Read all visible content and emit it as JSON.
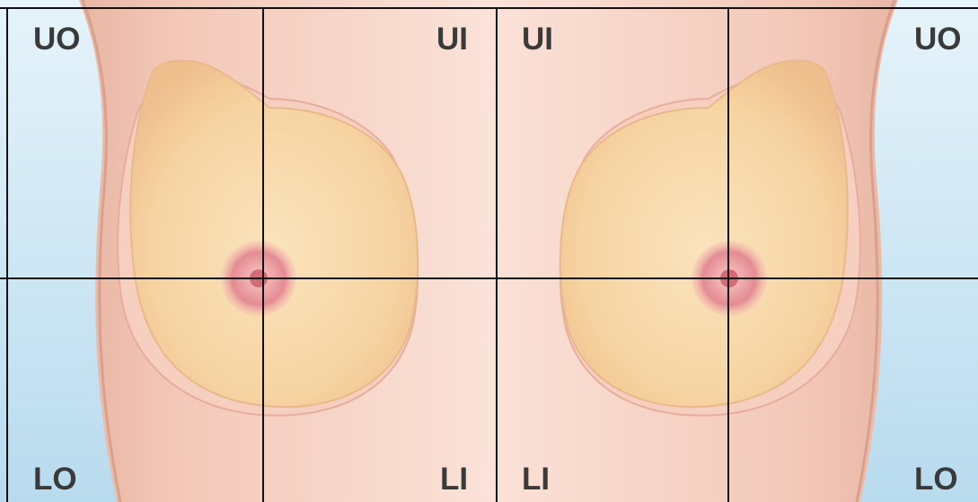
{
  "labels": {
    "right_breast": {
      "upper_outer": "UO",
      "upper_inner": "UI",
      "lower_outer": "LO",
      "lower_inner": "LI"
    },
    "left_breast": {
      "upper_inner": "UI",
      "upper_outer": "UO",
      "lower_inner": "LI",
      "lower_outer": "LO"
    }
  },
  "colors": {
    "background": "#c5e2f0",
    "skin": "#f5cdbf",
    "skin_center": "#fbe3d9",
    "gland": "#f7d8a8",
    "areola": "#e8949a",
    "grid_line": "#111111",
    "label": "#3a3a3a"
  }
}
